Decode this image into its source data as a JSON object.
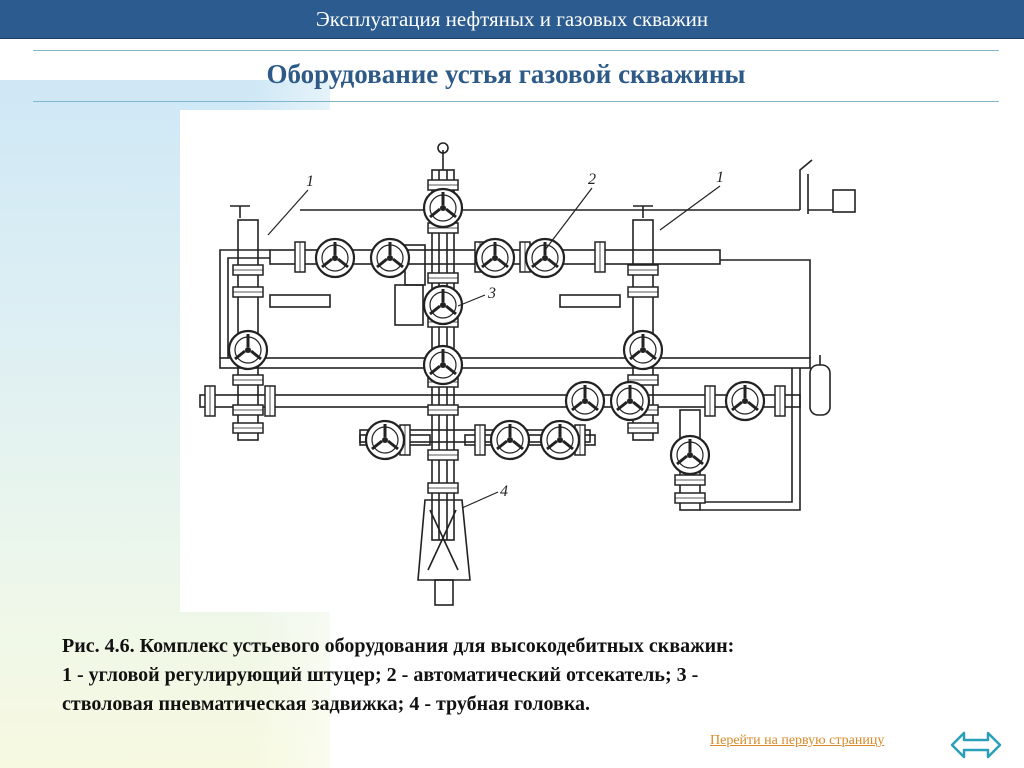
{
  "header": {
    "title": "Эксплуатация нефтяных и газовых скважин"
  },
  "slide": {
    "title": "Оборудование устья газовой скважины"
  },
  "figure": {
    "labels": [
      "1",
      "2",
      "1",
      "3",
      "4"
    ]
  },
  "caption": {
    "line1": "Рис. 4.6. Комплекс устьевого оборудования для высокодебитных скважин:",
    "line2": " 1 - угловой регулирующий штуцер; 2 - автоматический отсекатель; 3 -",
    "line3": "стволовая пневматическая задвижка; 4 - трубная головка."
  },
  "footer": {
    "link_text": "Перейти на первую страницу"
  },
  "colors": {
    "header": "#2b5b8f",
    "title": "#2e5a88",
    "rule": "#7fb7c9",
    "link": "#d88a2a",
    "nav": "#2aa0b8"
  },
  "icons": {
    "nav": "double-arrow-icon"
  }
}
